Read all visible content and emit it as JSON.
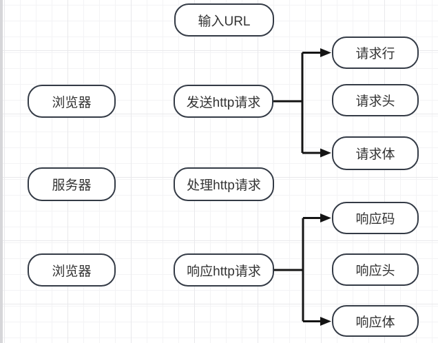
{
  "app": {
    "type": "flowchart-canvas",
    "description": "HTTP request/response flow diagram on grid canvas"
  },
  "colors": {
    "node_border": "#333a45",
    "node_fill": "#ffffff",
    "node_text": "#333333",
    "connector": "#141414",
    "grid_minor": "#f3f3f5",
    "grid_major": "#e8e8eb",
    "canvas_edge": "#d6d6d9"
  },
  "nodes": [
    {
      "id": "input-url",
      "label": "输入URL"
    },
    {
      "id": "browser-top",
      "label": "浏览器"
    },
    {
      "id": "send-request",
      "label": "发送http请求"
    },
    {
      "id": "request-line",
      "label": "请求行"
    },
    {
      "id": "request-header",
      "label": "请求头"
    },
    {
      "id": "request-body",
      "label": "请求体"
    },
    {
      "id": "server",
      "label": "服务器"
    },
    {
      "id": "handle-request",
      "label": "处理http请求"
    },
    {
      "id": "browser-bottom",
      "label": "浏览器"
    },
    {
      "id": "respond-request",
      "label": "响应http请求"
    },
    {
      "id": "response-code",
      "label": "响应码"
    },
    {
      "id": "response-header",
      "label": "响应头"
    },
    {
      "id": "response-body",
      "label": "响应体"
    }
  ],
  "edges": [
    {
      "from": "send-request",
      "to": "request-line",
      "arrow": true
    },
    {
      "from": "send-request",
      "to": "request-body",
      "arrow": true
    },
    {
      "from": "respond-request",
      "to": "response-code",
      "arrow": true
    },
    {
      "from": "respond-request",
      "to": "response-body",
      "arrow": true
    }
  ]
}
